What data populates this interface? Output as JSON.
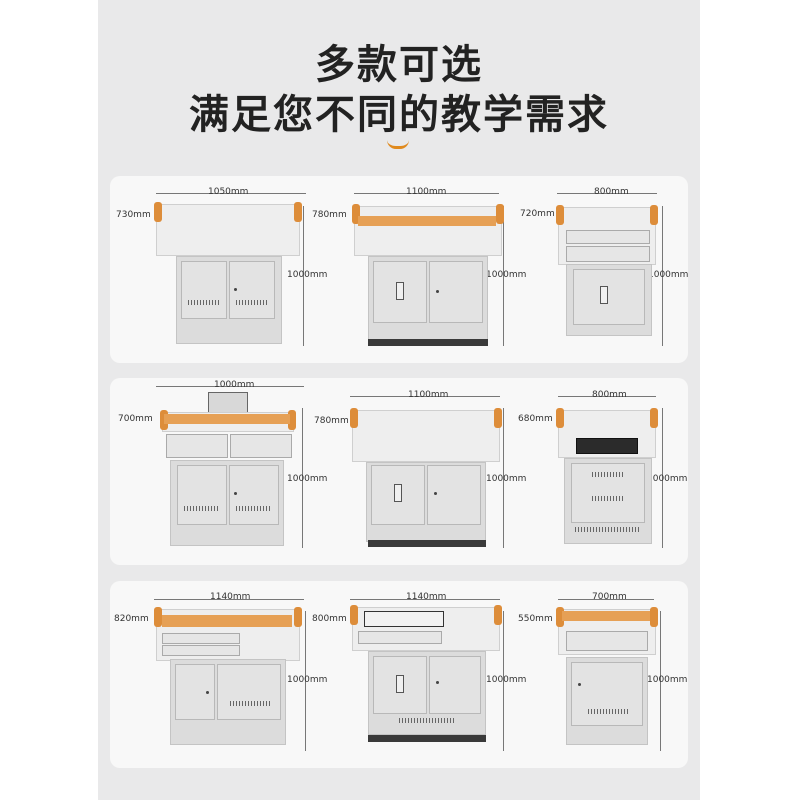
{
  "header": {
    "line1": "多款可选",
    "line2": "满足您不同的教学需求"
  },
  "colors": {
    "accent": "#e08a1e",
    "wood": "#dd8d3a",
    "background": "#e9e9ea",
    "panel": "#f8f8f8"
  },
  "rows": [
    {
      "items": [
        {
          "width": "1050mm",
          "depth": "730mm",
          "height": "1000mm"
        },
        {
          "width": "1100mm",
          "depth": "780mm",
          "height": "1000mm"
        },
        {
          "width": "800mm",
          "depth": "720mm",
          "height": "1000mm"
        }
      ]
    },
    {
      "items": [
        {
          "width": "1000mm",
          "depth": "700mm",
          "height": "1000mm"
        },
        {
          "width": "1100mm",
          "depth": "780mm",
          "height": "1000mm"
        },
        {
          "width": "800mm",
          "depth": "680mm",
          "height": "1000mm"
        }
      ]
    },
    {
      "items": [
        {
          "width": "1140mm",
          "depth": "820mm",
          "height": "1000mm"
        },
        {
          "width": "1140mm",
          "depth": "800mm",
          "height": "1000mm"
        },
        {
          "width": "700mm",
          "depth": "550mm",
          "height": "1000mm"
        }
      ]
    }
  ]
}
